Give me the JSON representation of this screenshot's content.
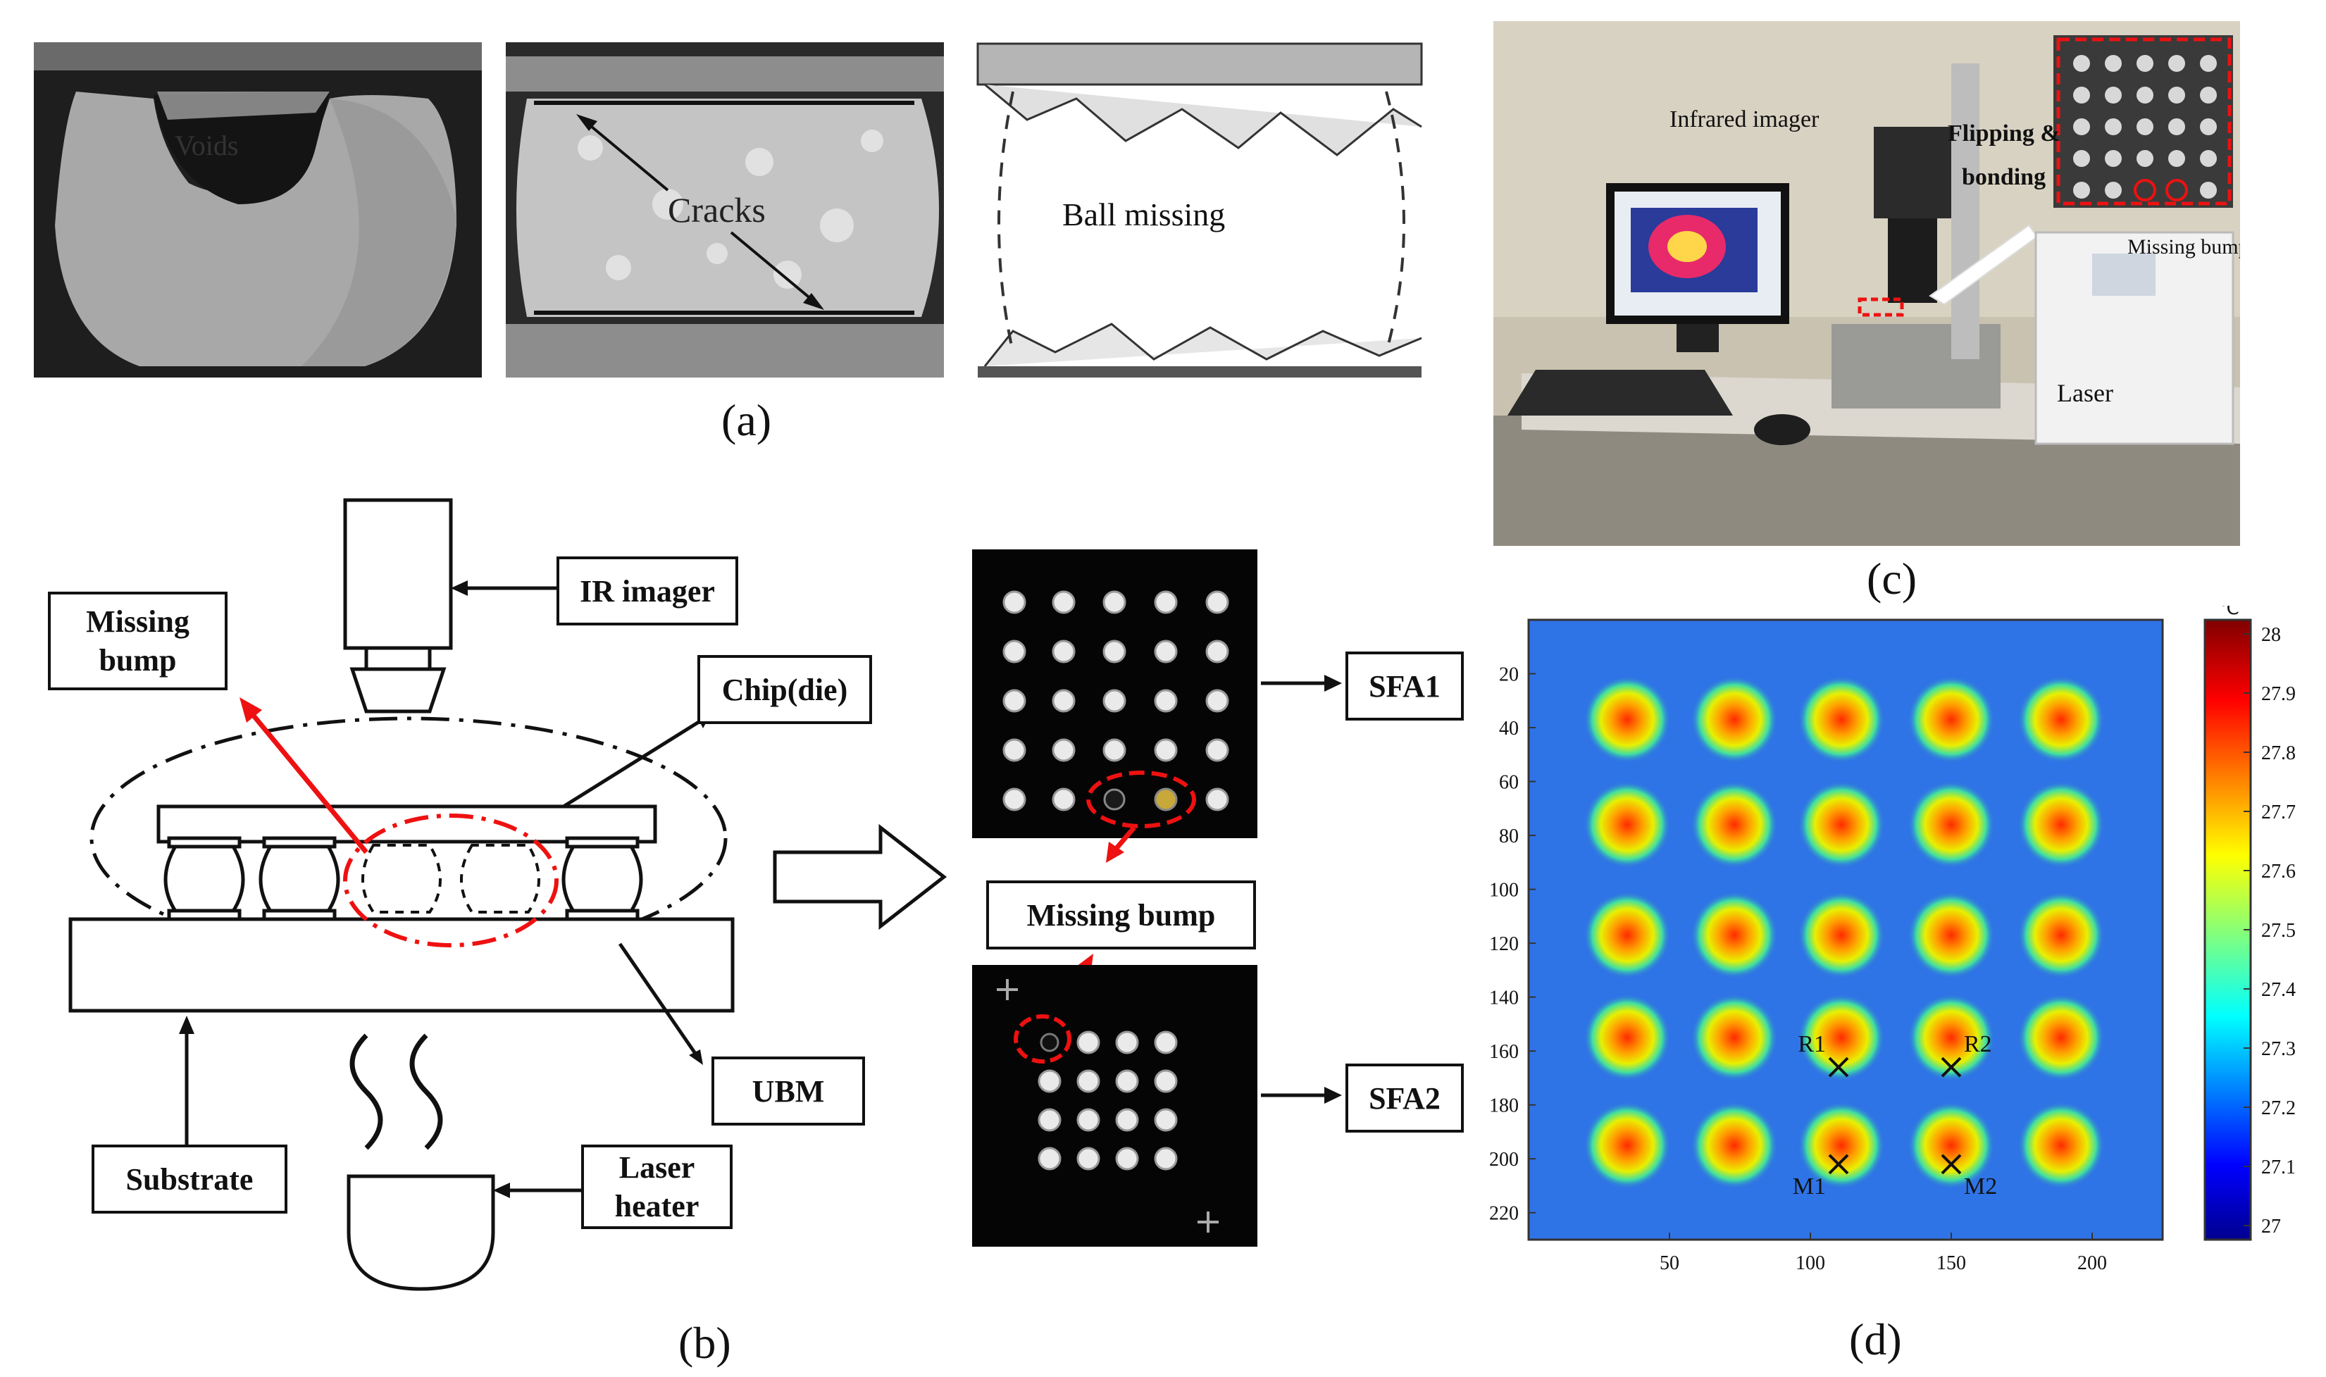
{
  "panel_a": {
    "caption": "(a)",
    "void_label": "Voids",
    "cracks_label": "Cracks",
    "ball_missing_label": "Ball missing"
  },
  "panel_b": {
    "caption": "(b)",
    "ir_imager": "IR imager",
    "missing_bump": "Missing bump",
    "missing_bump_2": "Missing bump",
    "chip": "Chip(die)",
    "ubm": "UBM",
    "substrate": "Substrate",
    "laser_heater": "Laser heater",
    "sfa1": "SFA1",
    "sfa2": "SFA2"
  },
  "panel_c": {
    "caption": "(c)",
    "infrared_imager": "Infrared imager",
    "flipping": "Flipping &",
    "bonding": "bonding",
    "missing_bump": "Missing bump",
    "laser": "Laser"
  },
  "panel_d": {
    "caption": "(d)",
    "colorbar_unit": "℃",
    "colorbar_ticks": [
      "28",
      "27.9",
      "27.8",
      "27.7",
      "27.6",
      "27.5",
      "27.4",
      "27.3",
      "27.2",
      "27.1",
      "27"
    ],
    "y_ticks": [
      "20",
      "40",
      "60",
      "80",
      "100",
      "120",
      "140",
      "160",
      "180",
      "200",
      "220"
    ],
    "x_ticks": [
      "50",
      "100",
      "150",
      "200"
    ],
    "markers": [
      "R1",
      "R2",
      "M1",
      "M2"
    ]
  },
  "chart_data": {
    "type": "heatmap",
    "title": "",
    "xlabel": "",
    "ylabel": "",
    "xlim": [
      0,
      225
    ],
    "ylim": [
      230,
      0
    ],
    "clim": [
      27,
      28
    ],
    "colorbar_unit": "℃",
    "x_ticks": [
      50,
      100,
      150,
      200
    ],
    "y_ticks": [
      20,
      40,
      60,
      80,
      100,
      120,
      140,
      160,
      180,
      200,
      220
    ],
    "colorbar_ticks": [
      28,
      27.9,
      27.8,
      27.7,
      27.6,
      27.5,
      27.4,
      27.3,
      27.2,
      27.1,
      27
    ],
    "hot_spot_columns_x": [
      35,
      73,
      111,
      150,
      189
    ],
    "hot_spot_rows_y": [
      37,
      76,
      117,
      155,
      195
    ],
    "markers": [
      {
        "name": "R1",
        "x": 110,
        "y": 166
      },
      {
        "name": "R2",
        "x": 150,
        "y": 166
      },
      {
        "name": "M1",
        "x": 110,
        "y": 202
      },
      {
        "name": "M2",
        "x": 150,
        "y": 202
      }
    ]
  }
}
